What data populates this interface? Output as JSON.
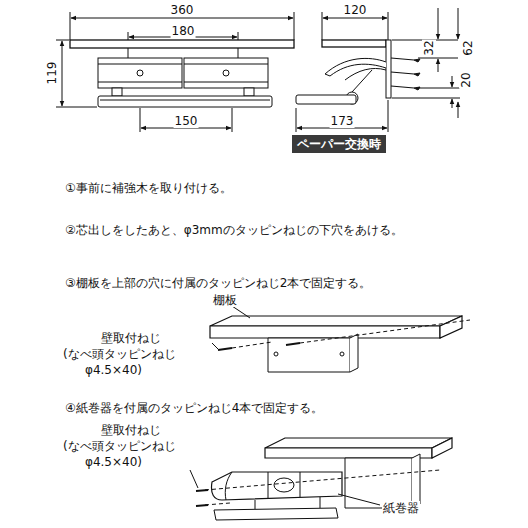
{
  "diagram": {
    "nodes": [
      {
        "text": [
          "ペーパー交換時"
        ]
      }
    ],
    "labels": [
      "360",
      "180",
      "119",
      "150",
      "120",
      "32",
      "62",
      "20",
      "173",
      "①事前に補強木を取り付ける。",
      "②芯出しをしたあと、φ3mmのタッピンねじの下穴をあける。",
      "③棚板を上部の穴に付属のタッピンねじ2本で固定する。",
      "棚板",
      "壁取付ねじ",
      "(なべ頭タッピンねじ",
      "φ4.5×40)",
      "④紙巻器を付属のタッピンねじ4本で固定する。",
      "壁取付ねじ",
      "(なべ頭タッピンねじ",
      "φ4.5×40)",
      "紙巻器"
    ]
  }
}
